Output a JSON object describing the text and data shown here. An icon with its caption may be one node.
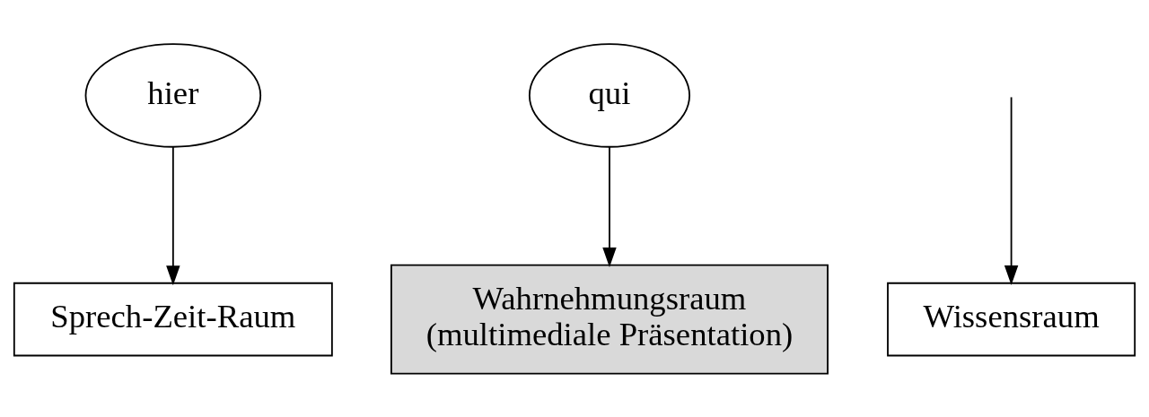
{
  "diagram": {
    "nodes": [
      {
        "text": [
          "hier"
        ]
      },
      {
        "text": [
          "qui"
        ]
      },
      {
        "text": [
          "Sprech-Zeit-Raum"
        ]
      },
      {
        "text": [
          "Wissensraum"
        ]
      },
      {
        "text": [
          "Wahrnehmungsraum (multimediale Präsentation)"
        ]
      }
    ],
    "edges": [
      {
        "from": 0,
        "to": 2,
        "arrow": "to"
      },
      {
        "from": null,
        "to": 3,
        "arrow": "to"
      },
      {
        "from": 1,
        "to": 4,
        "arrow": "to"
      }
    ]
  }
}
